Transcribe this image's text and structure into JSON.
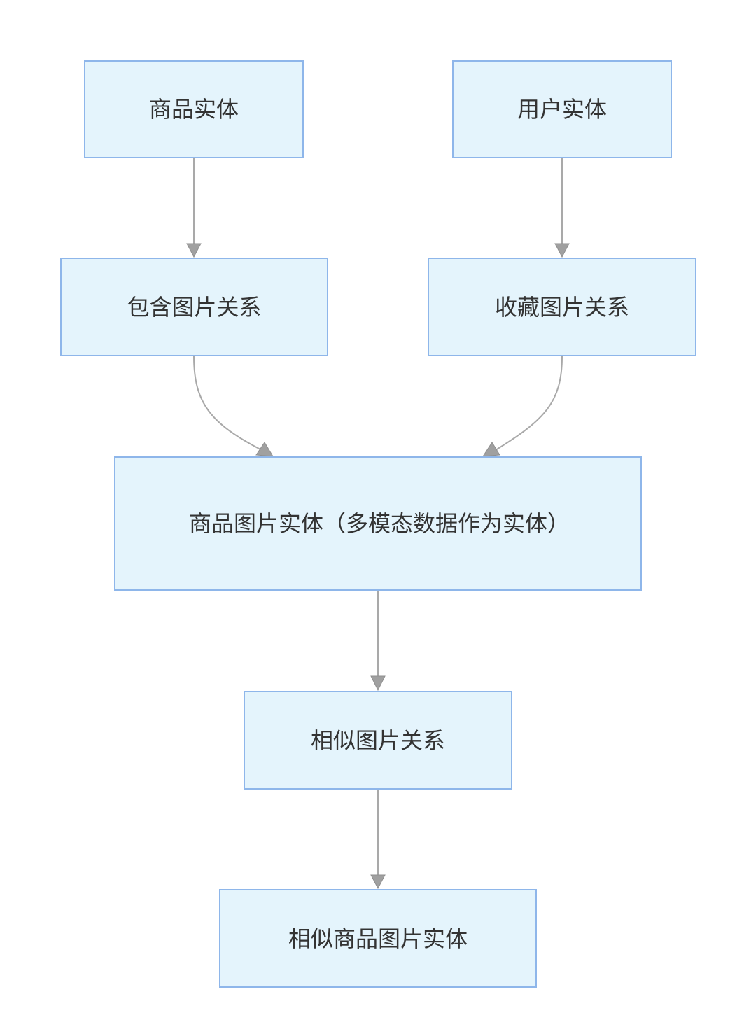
{
  "diagram": {
    "colors": {
      "node_fill": "#e4f4fc",
      "node_border": "#8eb6ea",
      "edge": "#a9a9a9",
      "arrowhead": "#a0a0a0",
      "text": "#333333"
    },
    "nodes": {
      "product_entity": "商品实体",
      "user_entity": "用户实体",
      "contains_image_relation": "包含图片关系",
      "favorite_image_relation": "收藏图片关系",
      "product_image_entity": "商品图片实体（多模态数据作为实体）",
      "similar_image_relation": "相似图片关系",
      "similar_product_image_entity": "相似商品图片实体"
    },
    "edges": [
      {
        "from": "product_entity",
        "to": "contains_image_relation"
      },
      {
        "from": "user_entity",
        "to": "favorite_image_relation"
      },
      {
        "from": "contains_image_relation",
        "to": "product_image_entity"
      },
      {
        "from": "favorite_image_relation",
        "to": "product_image_entity"
      },
      {
        "from": "product_image_entity",
        "to": "similar_image_relation"
      },
      {
        "from": "similar_image_relation",
        "to": "similar_product_image_entity"
      }
    ]
  }
}
